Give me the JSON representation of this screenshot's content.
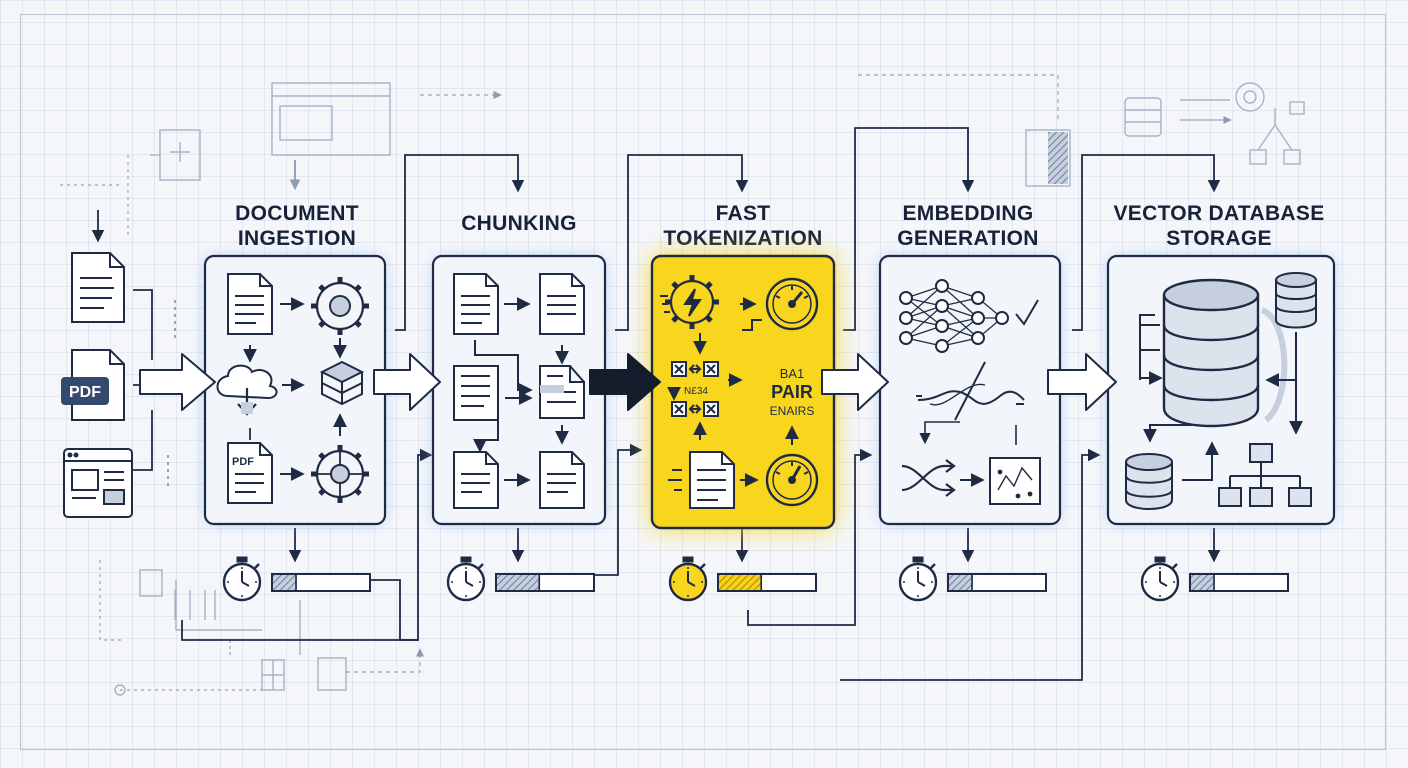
{
  "colors": {
    "ink": "#1f2b45",
    "panel": "#f2f5fa",
    "glow": "#8fb7ee",
    "highlight": "#f7d21a",
    "arrow_active": "#1b2233"
  },
  "inputs": {
    "pdf_label": "PDF"
  },
  "stages": [
    {
      "key": "ingestion",
      "title_lines": [
        "DOCUMENT",
        "INGESTION"
      ],
      "inner_labels": [
        "PDF"
      ],
      "progress": 0.25,
      "highlighted": false
    },
    {
      "key": "chunking",
      "title_lines": [
        "CHUNKING"
      ],
      "inner_labels": [],
      "progress": 0.45,
      "highlighted": false
    },
    {
      "key": "tokenization",
      "title_lines": [
        "FAST",
        "TOKENIZATION"
      ],
      "inner_labels": [
        "BA1",
        "PAIR",
        "ENAIRS",
        "N£34"
      ],
      "progress": 0.45,
      "highlighted": true
    },
    {
      "key": "embedding",
      "title_lines": [
        "EMBEDDING",
        "GENERATION"
      ],
      "inner_labels": [],
      "progress": 0.25,
      "highlighted": false
    },
    {
      "key": "storage",
      "title_lines": [
        "VECTOR DATABASE",
        "STORAGE"
      ],
      "inner_labels": [],
      "progress": 0.25,
      "highlighted": false
    }
  ]
}
